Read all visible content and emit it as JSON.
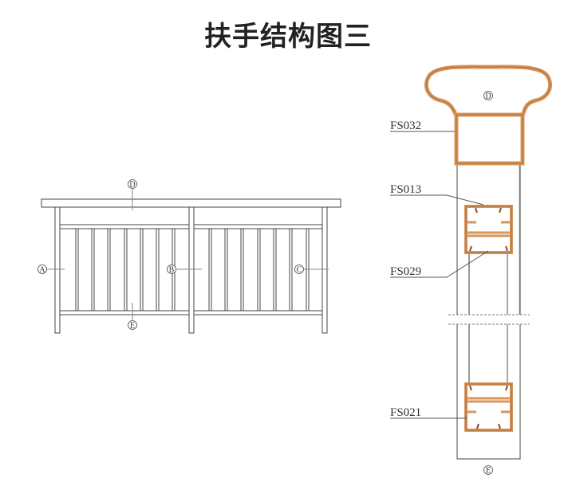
{
  "title": "扶手结构图三",
  "elevation": {
    "markers": {
      "a": "A",
      "b": "B",
      "c": "C",
      "d": "D",
      "e": "E"
    }
  },
  "section": {
    "handrail_marker": "D",
    "bottom_marker": "E",
    "parts": {
      "fs032": "FS032",
      "fs013": "FS013",
      "fs029": "FS029",
      "fs021": "FS021"
    }
  },
  "colors": {
    "profile": "#d9955a",
    "profile_edge": "#8a4f22",
    "line": "#444444",
    "grey": "#9a9a9a"
  }
}
